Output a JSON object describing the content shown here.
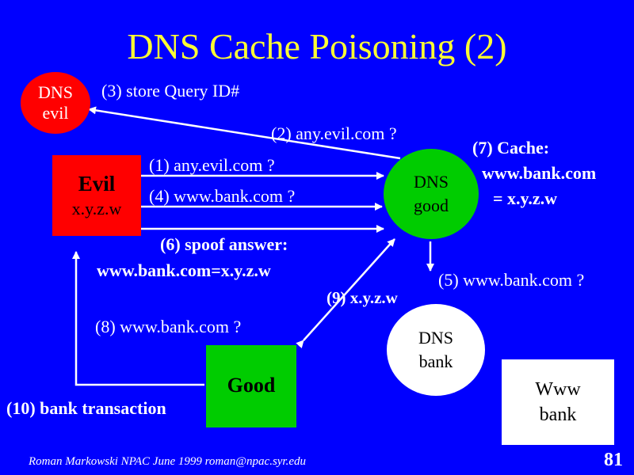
{
  "title": "DNS Cache Poisoning (2)",
  "nodes": {
    "dns_evil": {
      "line1": "DNS",
      "line2": "evil",
      "color": "#FF0000"
    },
    "evil": {
      "name": "Evil",
      "ip": "x.y.z.w",
      "color": "#FF0000"
    },
    "dns_good": {
      "line1": "DNS",
      "line2": "good",
      "color": "#00CC00"
    },
    "good": {
      "name": "Good",
      "color": "#00CC00"
    },
    "dns_bank": {
      "line1": "DNS",
      "line2": "bank",
      "color": "#FFFFFF"
    },
    "www_bank": {
      "line1": "Www",
      "line2": "bank",
      "color": "#FFFFFF"
    }
  },
  "labels": {
    "step1": "(1) any.evil.com ?",
    "step2": "(2) any.evil.com ?",
    "step3": "(3) store Query ID#",
    "step4": "(4) www.bank.com ?",
    "step5": "(5) www.bank.com ?",
    "step6_line1": "(6) spoof answer:",
    "step6_line2": "www.bank.com=x.y.z.w",
    "step7_line1": "(7) Cache:",
    "step7_line2": "www.bank.com",
    "step7_line3": "= x.y.z.w",
    "step8": "(8) www.bank.com ?",
    "step9": "(9) x.y.z.w",
    "step10": "(10) bank transaction"
  },
  "footer": "Roman Markowski  NPAC  June 1999 roman@npac.syr.edu",
  "slide_number": "81",
  "colors": {
    "background": "#0000FF",
    "title": "#FFFF33",
    "text": "#FFFFFF",
    "arrow": "#FFFFFF"
  }
}
